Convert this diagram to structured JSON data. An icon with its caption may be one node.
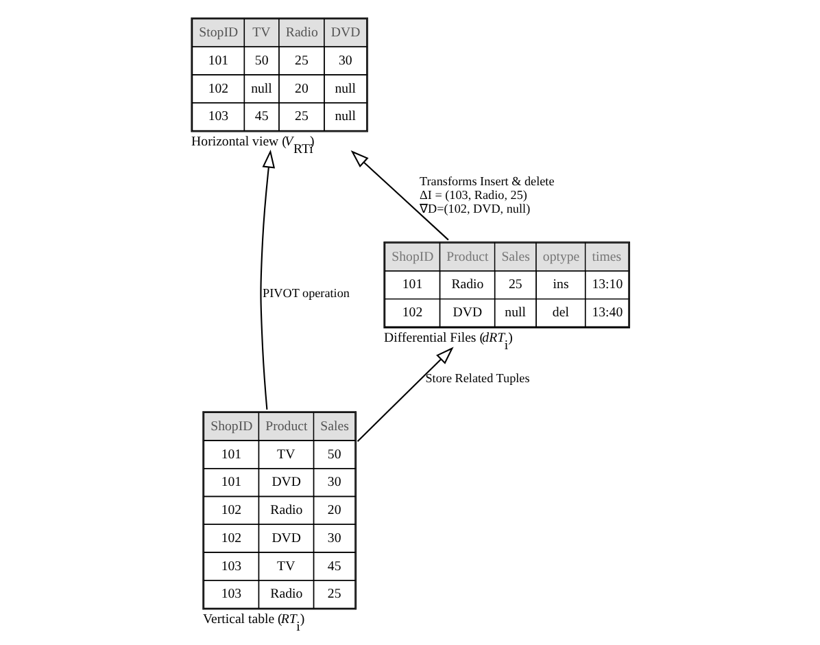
{
  "diagram": {
    "nodes": [
      {
        "text": [
          "StopID",
          "TV",
          "Radio",
          "DVD",
          "101",
          "50",
          "25",
          "30",
          "102",
          "null",
          "20",
          "null",
          "103",
          "45",
          "25",
          "null"
        ],
        "beside": [
          "Horizontal view (*V*$_{RTi}$)"
        ]
      },
      {
        "text": [
          "ShopID",
          "Product",
          "Sales",
          "101",
          "TV",
          "50",
          "101",
          "DVD",
          "30",
          "102",
          "Radio",
          "20",
          "102",
          "DVD",
          "30",
          "103",
          "TV",
          "45",
          "103",
          "Radio",
          "25"
        ],
        "beside": [
          "Vertical table (*RT*$_{i}$)"
        ]
      },
      {
        "text": [
          "ShopID",
          "Product",
          "Sales",
          "optype",
          "times",
          "101",
          "Radio",
          "25",
          "ins",
          "13:10",
          "102",
          "DVD",
          "null",
          "del",
          "13:40"
        ],
        "beside": [
          "Differential Files (*dRT*$_{i}$)"
        ]
      }
    ],
    "edges": [
      {
        "from": 1,
        "to": 0,
        "arrow": "to",
        "label": "PIVOT operation"
      },
      {
        "from": 2,
        "to": 0,
        "arrow": "to",
        "label": "Transforms Insert & delete ΔI = (103, Radio, 25) ∇D=(102, DVD, null)"
      },
      {
        "from": 1,
        "to": 2,
        "arrow": "to",
        "label": "Store Related Tuples"
      }
    ]
  }
}
